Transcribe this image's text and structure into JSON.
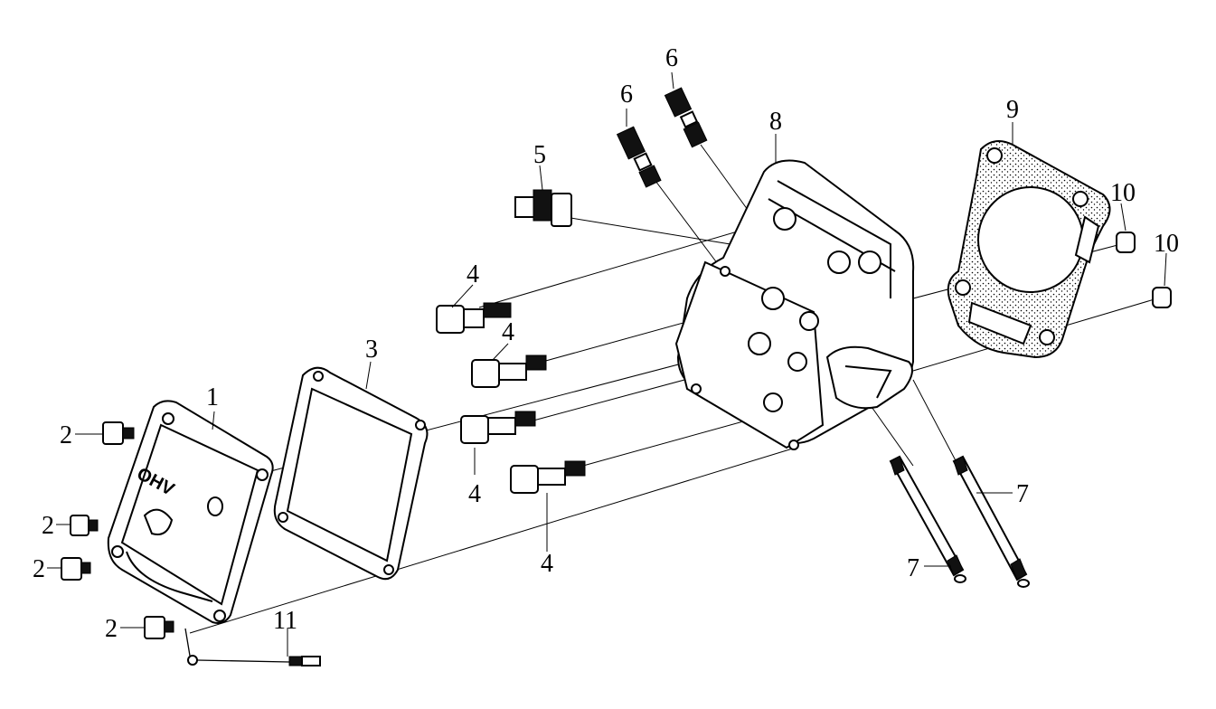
{
  "diagram": {
    "callouts": [
      {
        "id": "c1",
        "label": "1"
      },
      {
        "id": "c2a",
        "label": "2"
      },
      {
        "id": "c2b",
        "label": "2"
      },
      {
        "id": "c2c",
        "label": "2"
      },
      {
        "id": "c2d",
        "label": "2"
      },
      {
        "id": "c3",
        "label": "3"
      },
      {
        "id": "c4a",
        "label": "4"
      },
      {
        "id": "c4b",
        "label": "4"
      },
      {
        "id": "c4c",
        "label": "4"
      },
      {
        "id": "c4d",
        "label": "4"
      },
      {
        "id": "c5",
        "label": "5"
      },
      {
        "id": "c6a",
        "label": "6"
      },
      {
        "id": "c6b",
        "label": "6"
      },
      {
        "id": "c7a",
        "label": "7"
      },
      {
        "id": "c7b",
        "label": "7"
      },
      {
        "id": "c8",
        "label": "8"
      },
      {
        "id": "c9",
        "label": "9"
      },
      {
        "id": "c10a",
        "label": "10"
      },
      {
        "id": "c10b",
        "label": "10"
      },
      {
        "id": "c11",
        "label": "11"
      }
    ],
    "cover_logo_text": "OHV",
    "colors": {
      "ink": "#000000",
      "paper": "#ffffff"
    }
  }
}
